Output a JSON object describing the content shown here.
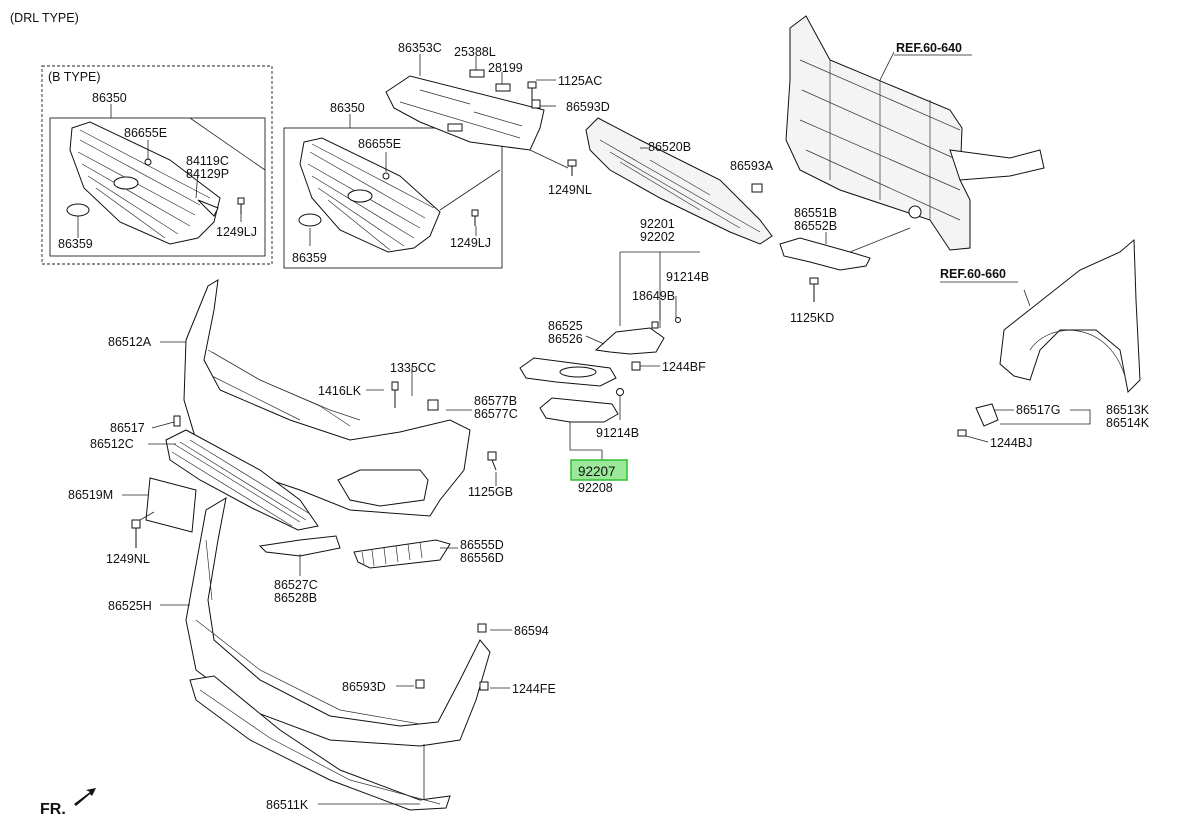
{
  "header": {
    "title": "(DRL TYPE)"
  },
  "inset": {
    "label": "(B TYPE)"
  },
  "references": [
    {
      "id": "ref_640",
      "label": "REF.60-640"
    },
    {
      "id": "ref_660",
      "label": "REF.60-660"
    }
  ],
  "highlight": {
    "part": "92207"
  },
  "direction_label": "FR.",
  "parts": {
    "p86350_b": "86350",
    "p86655E_b": "86655E",
    "p84119C": "84119C",
    "p84129P": "84129P",
    "p86359_b": "86359",
    "p1249LJ_b": "1249LJ",
    "p86353C": "86353C",
    "p25388L": "25388L",
    "p28199": "28199",
    "p1125AC": "1125AC",
    "p86593D_top": "86593D",
    "p86350": "86350",
    "p86655E": "86655E",
    "p86359": "86359",
    "p1249LJ": "1249LJ",
    "p1249NL_top": "1249NL",
    "p86520B": "86520B",
    "p86593A": "86593A",
    "p86551B": "86551B",
    "p86552B": "86552B",
    "p1125KD": "1125KD",
    "p92201": "92201",
    "p92202": "92202",
    "p91214B_a": "91214B",
    "p18649B": "18649B",
    "p86525": "86525",
    "p86526": "86526",
    "p1244BF": "1244BF",
    "p91214B_b": "91214B",
    "p92207": "92207",
    "p92208": "92208",
    "p86512A": "86512A",
    "p1335CC": "1335CC",
    "p1416LK": "1416LK",
    "p86577B": "86577B",
    "p86577C": "86577C",
    "p86517": "86517",
    "p86512C": "86512C",
    "p1125GB": "1125GB",
    "p86519M": "86519M",
    "p1249NL": "1249NL",
    "p86527C": "86527C",
    "p86528B": "86528B",
    "p86555D": "86555D",
    "p86556D": "86556D",
    "p86525H": "86525H",
    "p86594": "86594",
    "p86593D": "86593D",
    "p1244FE": "1244FE",
    "p86511K": "86511K",
    "p86517G": "86517G",
    "p86513K": "86513K",
    "p86514K": "86514K",
    "p1244BJ": "1244BJ"
  },
  "colors": {
    "highlight_fill": "#9be89b",
    "highlight_stroke": "#2fbf2f",
    "line": "#222222"
  }
}
